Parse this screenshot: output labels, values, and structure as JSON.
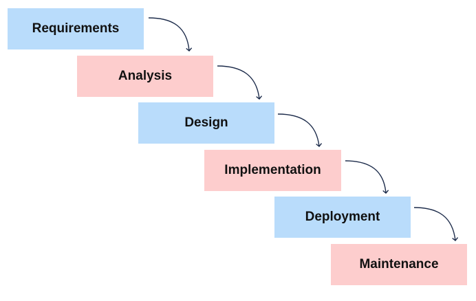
{
  "diagram": {
    "stages": [
      {
        "label": "Requirements",
        "color": "#b9dcfb"
      },
      {
        "label": "Analysis",
        "color": "#fdcdcd"
      },
      {
        "label": "Design",
        "color": "#b9dcfb"
      },
      {
        "label": "Implementation",
        "color": "#fdcdcd"
      },
      {
        "label": "Deployment",
        "color": "#b9dcfb"
      },
      {
        "label": "Maintenance",
        "color": "#fdcdcd"
      }
    ],
    "connector_color": "#1c2b4a"
  }
}
